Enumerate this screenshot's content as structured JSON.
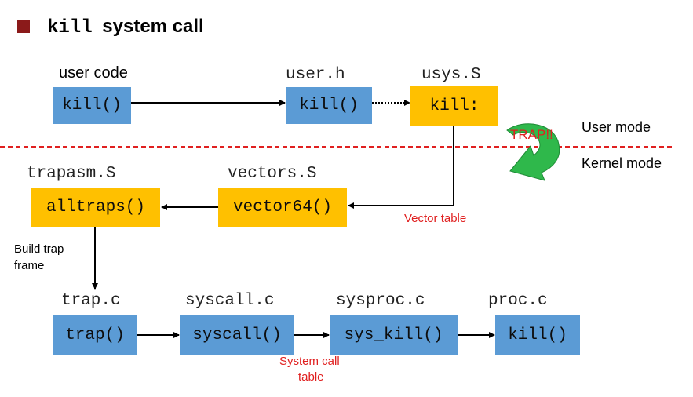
{
  "title": {
    "keyword": "kill",
    "rest": "system call",
    "bullet_color": "#8b1a1a"
  },
  "colors": {
    "user_box": "#5b9bd5",
    "kernel_box": "#ffc000",
    "trap_arrow": "#2fb84b",
    "boundary": "#e02020"
  },
  "labels": {
    "user_code": "user code",
    "user_h": "user.h",
    "usys_s": "usys.S",
    "trapasm_s": "trapasm.S",
    "vectors_s": "vectors.S",
    "trap_c": "trap.c",
    "syscall_c": "syscall.c",
    "sysproc_c": "sysproc.c",
    "proc_c": "proc.c"
  },
  "boxes": {
    "user_kill": "kill()",
    "userh_kill": "kill()",
    "usys_kill": "kill:",
    "alltraps": "alltraps()",
    "vector64": "vector64()",
    "trap": "trap()",
    "syscall": "syscall()",
    "sys_kill": "sys_kill()",
    "proc_kill": "kill()"
  },
  "annotations": {
    "trap": "TRAP!!",
    "user_mode": "User mode",
    "kernel_mode": "Kernel mode",
    "vector_table": "Vector table",
    "build_trap_frame_1": "Build trap",
    "build_trap_frame_2": "frame",
    "system_call_table_1": "System call",
    "system_call_table_2": "table"
  }
}
